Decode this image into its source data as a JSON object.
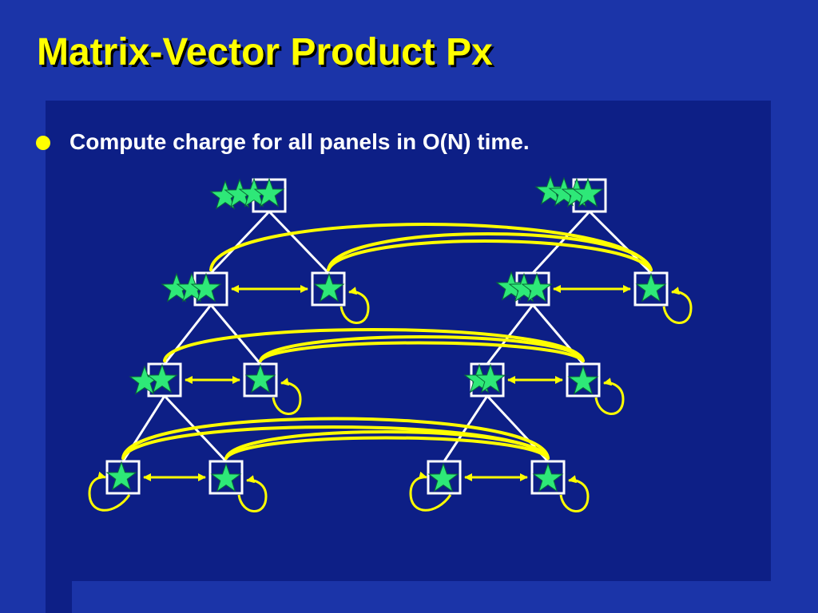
{
  "slide": {
    "title": "Matrix-Vector Product Px",
    "bullets": [
      {
        "text": "Compute charge for all panels in O(N) time."
      }
    ]
  },
  "colors": {
    "background": "#0d1f86",
    "band": "#1b34a8",
    "title": "#ffff00",
    "bullet": "#ffff00",
    "text": "#ffffff",
    "tree_lines": "#ffffff",
    "interaction_arrows": "#ffff00",
    "star_fill": "#2ee878"
  },
  "diagram": {
    "trees": 2,
    "levels_per_tree": 4,
    "node_icon": "square-node",
    "charge_icon": "star-icon"
  }
}
